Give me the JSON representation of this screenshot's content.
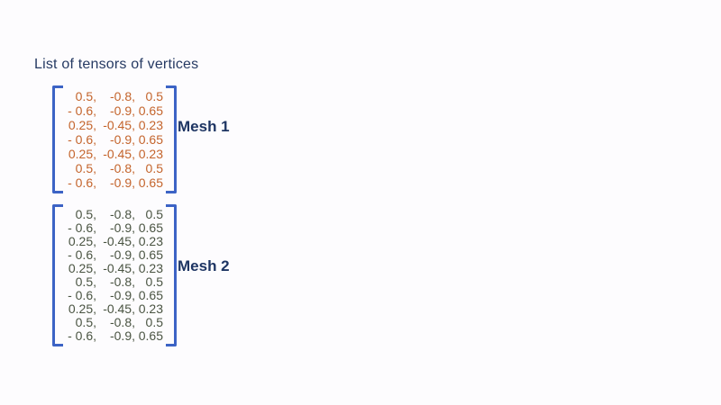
{
  "title": "List of tensors of vertices",
  "colors": {
    "background": "#FDFCFE",
    "title": "#263A63",
    "label": "#1E3563",
    "bracket": "#3C63C5",
    "mesh1_values": "#C4642C",
    "mesh2_values": "#4A5442"
  },
  "meshes": [
    {
      "label": "Mesh 1",
      "rows": [
        [
          "0.5,",
          "-0.8,",
          "0.5"
        ],
        [
          "- 0.6,",
          "-0.9,",
          "0.65"
        ],
        [
          "0.25,",
          "-0.45,",
          "0.23"
        ],
        [
          "- 0.6,",
          "-0.9,",
          "0.65"
        ],
        [
          "0.25,",
          "-0.45,",
          "0.23"
        ],
        [
          "0.5,",
          "-0.8,",
          "0.5"
        ],
        [
          "- 0.6,",
          "-0.9,",
          "0.65"
        ]
      ]
    },
    {
      "label": "Mesh 2",
      "rows": [
        [
          "0.5,",
          "-0.8,",
          "0.5"
        ],
        [
          "- 0.6,",
          "-0.9,",
          "0.65"
        ],
        [
          "0.25,",
          "-0.45,",
          "0.23"
        ],
        [
          "- 0.6,",
          "-0.9,",
          "0.65"
        ],
        [
          "0.25,",
          "-0.45,",
          "0.23"
        ],
        [
          "0.5,",
          "-0.8,",
          "0.5"
        ],
        [
          "- 0.6,",
          "-0.9,",
          "0.65"
        ],
        [
          "0.25,",
          "-0.45,",
          "0.23"
        ],
        [
          "0.5,",
          "-0.8,",
          "0.5"
        ],
        [
          "- 0.6,",
          "-0.9,",
          "0.65"
        ]
      ]
    }
  ]
}
